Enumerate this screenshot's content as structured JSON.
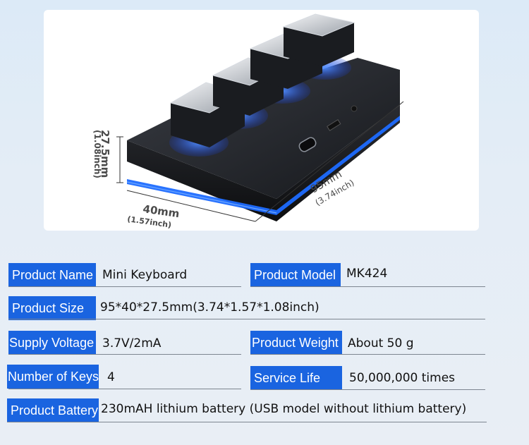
{
  "product_image": {
    "dim_height_mm": "27.5mm",
    "dim_height_inch": "(1.08inch)",
    "dim_width_mm": "40mm",
    "dim_width_inch": "(1.57inch)",
    "dim_length_mm": "95mm",
    "dim_length_inch": "(3.74inch)"
  },
  "specs": {
    "product_name_label": "Product Name",
    "product_name_value": "Mini Keyboard",
    "product_model_label": "Product Model",
    "product_model_value": "MK424",
    "product_size_label": "Product Size",
    "product_size_value": "95*40*27.5mm(3.74*1.57*1.08inch)",
    "supply_voltage_label": "Supply Voltage",
    "supply_voltage_value": "3.7V/2mA",
    "product_weight_label": "Product Weight",
    "product_weight_value": "About 50 g",
    "number_of_keys_label": "Number of Keys",
    "number_of_keys_value": "4",
    "service_life_label": "Service Life",
    "service_life_value": "50,000,000 times",
    "product_battery_label": "Product Battery",
    "product_battery_value": "230mAH lithium battery (USB model without lithium battery)"
  },
  "colors": {
    "label_bg": "#1a64e0",
    "page_bg": "#e4edf6",
    "accent_blue": "#1e6cff"
  }
}
